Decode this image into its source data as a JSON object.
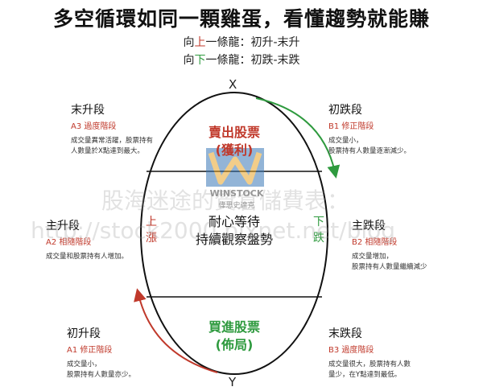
{
  "title": "多空循環如同一顆雞蛋，看懂趨勢就能賺",
  "subtitle_up": {
    "prefix": "向",
    "dir": "上",
    "suffix": "一條龍：初升-末升"
  },
  "subtitle_down": {
    "prefix": "向",
    "dir": "下",
    "suffix": "一條龍：初跌-末跌"
  },
  "axis": {
    "top": "X",
    "bottom": "Y"
  },
  "egg": {
    "top_label_line1": "賣出股票",
    "top_label_line2": "(獲利)",
    "middle_line1": "耐心等待",
    "middle_line2": "持續觀察盤勢",
    "bottom_label_line1": "買進股票",
    "bottom_label_line2": "(佈局)",
    "left_side": [
      "上",
      "漲"
    ],
    "right_side": [
      "下",
      "跌"
    ]
  },
  "phases": {
    "late_rise": {
      "name": "末升段",
      "code": "A3 過度階段",
      "desc1": "成交量異常活躍，股票持有",
      "desc2": "人數量於X點達到最大。"
    },
    "main_rise": {
      "name": "主升段",
      "code": "A2 相隨階段",
      "desc1": "成交量和股票持有人增加。"
    },
    "early_rise": {
      "name": "初升段",
      "code": "A1 修正階段",
      "desc1": "成交量小，",
      "desc2": "股票持有人數量亦少。"
    },
    "early_fall": {
      "name": "初跌段",
      "code": "B1 修正階段",
      "desc1": "成交量小，",
      "desc2": "股票持有人數量逐漸減少。"
    },
    "main_fall": {
      "name": "主跌段",
      "code": "B2 相隨階段",
      "desc1": "成交量增加，",
      "desc2": "股票持有人數量繼續減少"
    },
    "late_fall": {
      "name": "末跌段",
      "code": "B3 過度階段",
      "desc1": "成交量很大，股票持有人數",
      "desc2": "量少，在Y點達到最低。"
    }
  },
  "watermark": {
    "line1": "股海迷途的贊倉儲費表：",
    "line2": "http://stock2000.pixnet.net/blog",
    "logo_text": "WINSTOCK",
    "logo_sub": "偉思史達克"
  },
  "colors": {
    "red": "#c0392b",
    "green": "#2e9a3e"
  }
}
